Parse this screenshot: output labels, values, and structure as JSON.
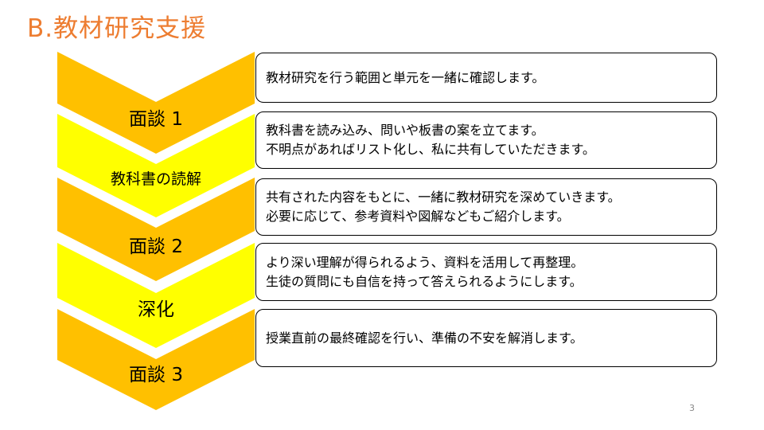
{
  "title": "B.教材研究支援",
  "colors": {
    "title": "#ED7D31",
    "orange": "#FFC000",
    "yellow": "#FFFF00"
  },
  "steps": [
    {
      "label": "面談 1",
      "color": "orange"
    },
    {
      "label": "教科書の読解",
      "color": "yellow"
    },
    {
      "label": "面談 2",
      "color": "orange"
    },
    {
      "label": "深化",
      "color": "yellow"
    },
    {
      "label": "面談 3",
      "color": "orange"
    }
  ],
  "boxes": [
    {
      "lines": [
        "教材研究を行う範囲と単元を一緒に確認します。"
      ]
    },
    {
      "lines": [
        "教科書を読み込み、問いや板書の案を立てます。",
        "不明点があればリスト化し、私に共有していただきます。"
      ]
    },
    {
      "lines": [
        "共有された内容をもとに、一緒に教材研究を深めていきます。",
        "必要に応じて、参考資料や図解などもご紹介します。"
      ]
    },
    {
      "lines": [
        "より深い理解が得られるよう、資料を活用して再整理。",
        "生徒の質問にも自信を持って答えられるようにします。"
      ]
    },
    {
      "lines": [
        "授業直前の最終確認を行い、準備の不安を解消します。"
      ]
    }
  ],
  "page_number": "3"
}
